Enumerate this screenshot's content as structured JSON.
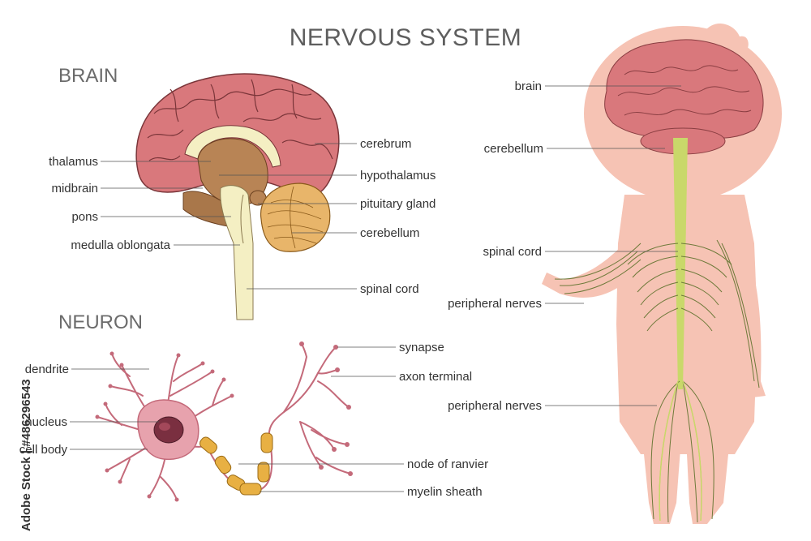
{
  "title": "NERVOUS SYSTEM",
  "sections": {
    "brain": "BRAIN",
    "neuron": "NEURON"
  },
  "brain_labels": {
    "thalamus": "thalamus",
    "midbrain": "midbrain",
    "pons": "pons",
    "medulla": "medulla oblongata",
    "cerebrum": "cerebrum",
    "hypothalamus": "hypothalamus",
    "pituitary": "pituitary gland",
    "cerebellum": "cerebellum",
    "spinal_cord": "spinal cord"
  },
  "neuron_labels": {
    "dendrite": "dendrite",
    "nucleus": "nucleus",
    "cell_body": "cell body",
    "synapse": "synapse",
    "axon_terminal": "axon terminal",
    "node_of_ranvier": "node of ranvier",
    "myelin_sheath": "myelin sheath"
  },
  "body_labels": {
    "brain": "brain",
    "cerebellum": "cerebellum",
    "spinal_cord": "spinal cord",
    "peripheral_upper": "peripheral nerves",
    "peripheral_lower": "peripheral nerves"
  },
  "watermark": "Adobe Stock | #486296543",
  "colors": {
    "cerebrum": "#d9787c",
    "cerebellum": "#e8b56a",
    "brainstem": "#f4efc3",
    "inner": "#b88455",
    "skin": "#f6c3b4",
    "nerve": "#c9d86a",
    "neuron": "#d98c9a",
    "myelin": "#e8b043"
  }
}
